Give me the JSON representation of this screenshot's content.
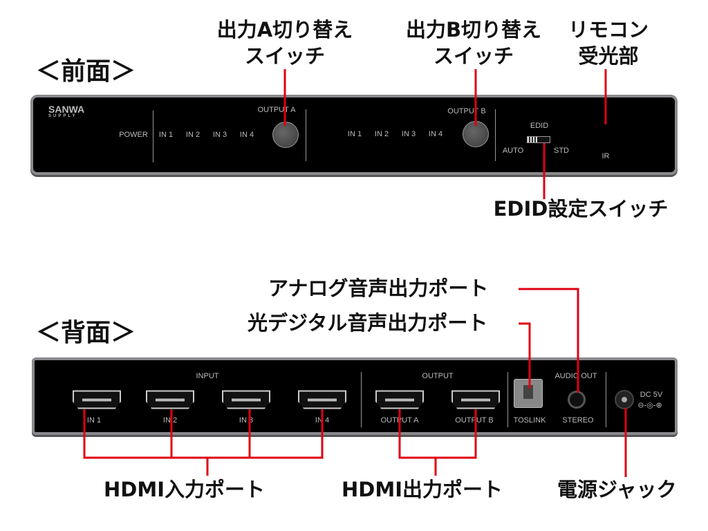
{
  "front": {
    "heading": "＜前面＞",
    "brand": "SANWA",
    "brand_sub": "SUPPLY",
    "power": "POWER",
    "group_a_inputs": [
      "IN 1",
      "IN 2",
      "IN 3",
      "IN 4"
    ],
    "output_a": "OUTPUT A",
    "group_b_inputs": [
      "IN 1",
      "IN 2",
      "IN 3",
      "IN 4"
    ],
    "output_b": "OUTPUT B",
    "edid": "EDID",
    "auto": "AUTO",
    "std": "STD",
    "ir": "IR",
    "callouts": {
      "output_a_switch": [
        "出力A切り替え",
        "スイッチ"
      ],
      "output_b_switch": [
        "出力B切り替え",
        "スイッチ"
      ],
      "ir_receiver": [
        "リモコン",
        "受光部"
      ],
      "edid_switch": "EDID設定スイッチ"
    }
  },
  "rear": {
    "heading": "＜背面＞",
    "input": "INPUT",
    "inputs": [
      "IN 1",
      "IN 2",
      "IN 3",
      "IN 4"
    ],
    "output": "OUTPUT",
    "outputs": [
      "OUTPUT A",
      "OUTPUT B"
    ],
    "audio_out": "AUDIO OUT",
    "toslink": "TOSLINK",
    "stereo": "STEREO",
    "dc": "DC 5V",
    "polarity": "⊖-◎-⊕",
    "callouts": {
      "analog_audio": "アナログ音声出力ポート",
      "optical_audio": "光デジタル音声出力ポート",
      "hdmi_in": "HDMI入力ポート",
      "hdmi_out": "HDMI出力ポート",
      "power_jack": "電源ジャック"
    }
  },
  "colors": {
    "accent": "#e00012"
  }
}
